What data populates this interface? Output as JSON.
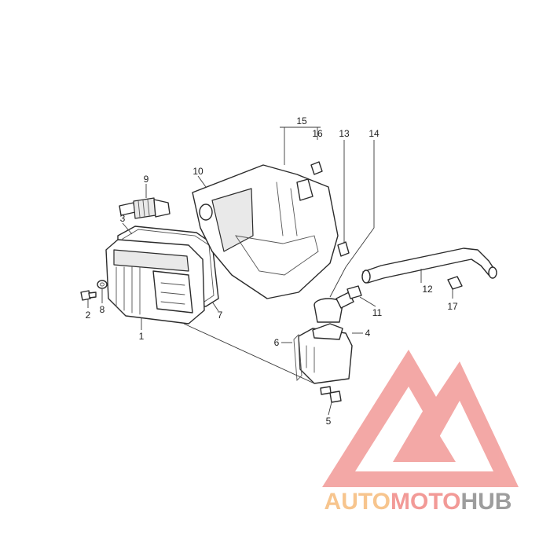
{
  "callouts": [
    {
      "id": "p1",
      "label": "1"
    },
    {
      "id": "p2",
      "label": "2"
    },
    {
      "id": "p3",
      "label": "3"
    },
    {
      "id": "p4",
      "label": "4"
    },
    {
      "id": "p5",
      "label": "5"
    },
    {
      "id": "p6",
      "label": "6"
    },
    {
      "id": "p7",
      "label": "7"
    },
    {
      "id": "p8",
      "label": "8"
    },
    {
      "id": "p9",
      "label": "9"
    },
    {
      "id": "p10",
      "label": "10"
    },
    {
      "id": "p11",
      "label": "11"
    },
    {
      "id": "p12",
      "label": "12"
    },
    {
      "id": "p13",
      "label": "13"
    },
    {
      "id": "p14",
      "label": "14"
    },
    {
      "id": "p15",
      "label": "15"
    },
    {
      "id": "p16",
      "label": "16"
    },
    {
      "id": "p17",
      "label": "17"
    }
  ],
  "watermark": {
    "part1": "AUTO",
    "part2": "MOTO",
    "part3": "HUB",
    "colors": {
      "logo": "#f29a97",
      "part1": "#f7c58e",
      "part2": "#f29a97",
      "part3": "#9d9d9d"
    }
  }
}
